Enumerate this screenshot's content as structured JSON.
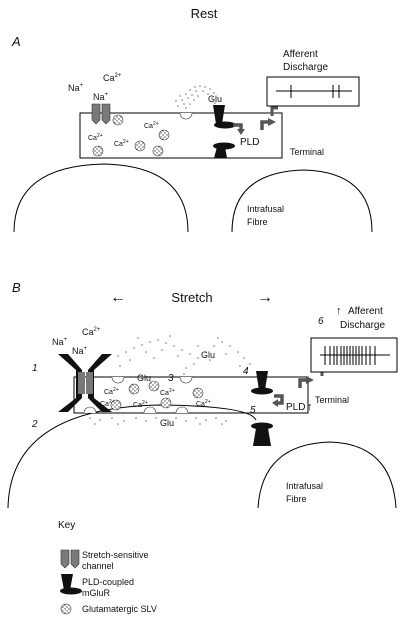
{
  "panel_a": {
    "title": "Rest",
    "label": "A",
    "na_outside": "Na",
    "na_outside_sup": "+",
    "ca_outside": "Ca",
    "ca_outside_sup": "2+",
    "na_channel": "Na",
    "na_channel_sup": "+",
    "ca_inside": "Ca",
    "ca_inside_sup": "2+",
    "glu": "Glu",
    "pld": "PLD",
    "terminal": "Terminal",
    "discharge_line1": "Afferent",
    "discharge_line2": "Discharge",
    "fibre_line1": "Intrafusal",
    "fibre_line2": "Fibre"
  },
  "panel_b": {
    "label": "B",
    "title": "Stretch",
    "arrow_left": "←",
    "arrow_right": "→",
    "na_outside": "Na",
    "na_outside_sup": "+",
    "ca_outside": "Ca",
    "ca_outside_sup": "2+",
    "na_channel": "Na",
    "na_channel_sup": "+",
    "ca_inside": "Ca",
    "ca_inside_sup": "2+",
    "glu": "Glu",
    "pld": "PLD",
    "pld_arrow": "↑",
    "terminal": "Terminal",
    "discharge_arrow": "↑",
    "discharge_line1": "Afferent",
    "discharge_line2": "Discharge",
    "fibre_line1": "Intrafusal",
    "fibre_line2": "Fibre",
    "steps": [
      "1",
      "2",
      "3",
      "4",
      "5",
      "6"
    ]
  },
  "key": {
    "title": "Key",
    "items": [
      {
        "icon": "stretch-sensitive-channel-icon",
        "line1": "Stretch-sensitive",
        "line2": "channel"
      },
      {
        "icon": "mglur-receptor-icon",
        "line1": "PLD-coupled",
        "line2": "mGluR"
      },
      {
        "icon": "slv-vesicle-icon",
        "line1": "Glutamatergic SLV",
        "line2": ""
      }
    ]
  }
}
